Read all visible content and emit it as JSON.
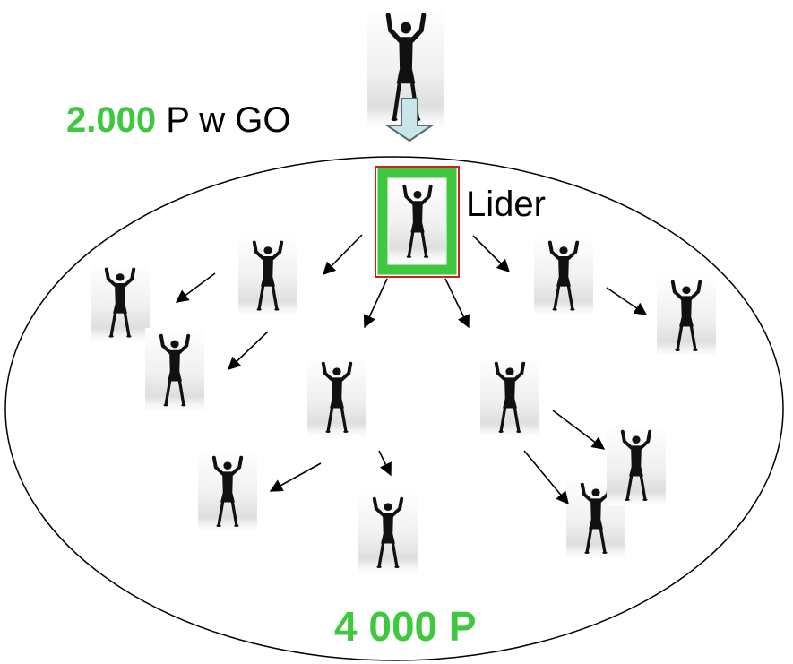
{
  "top_label": {
    "value": "2.000",
    "suffix": "P w GO"
  },
  "leader_label": "Lider",
  "bottom_label": "4 000 P",
  "colors": {
    "accent_green": "#3dc83d",
    "leader_frame_red": "#cc2222",
    "entry_arrow_fill": "#c8e6ea",
    "entry_arrow_stroke": "#5a6a70"
  },
  "icons": {
    "person": "person-arms-raised-silhouette-icon",
    "arrow": "arrow-icon"
  }
}
